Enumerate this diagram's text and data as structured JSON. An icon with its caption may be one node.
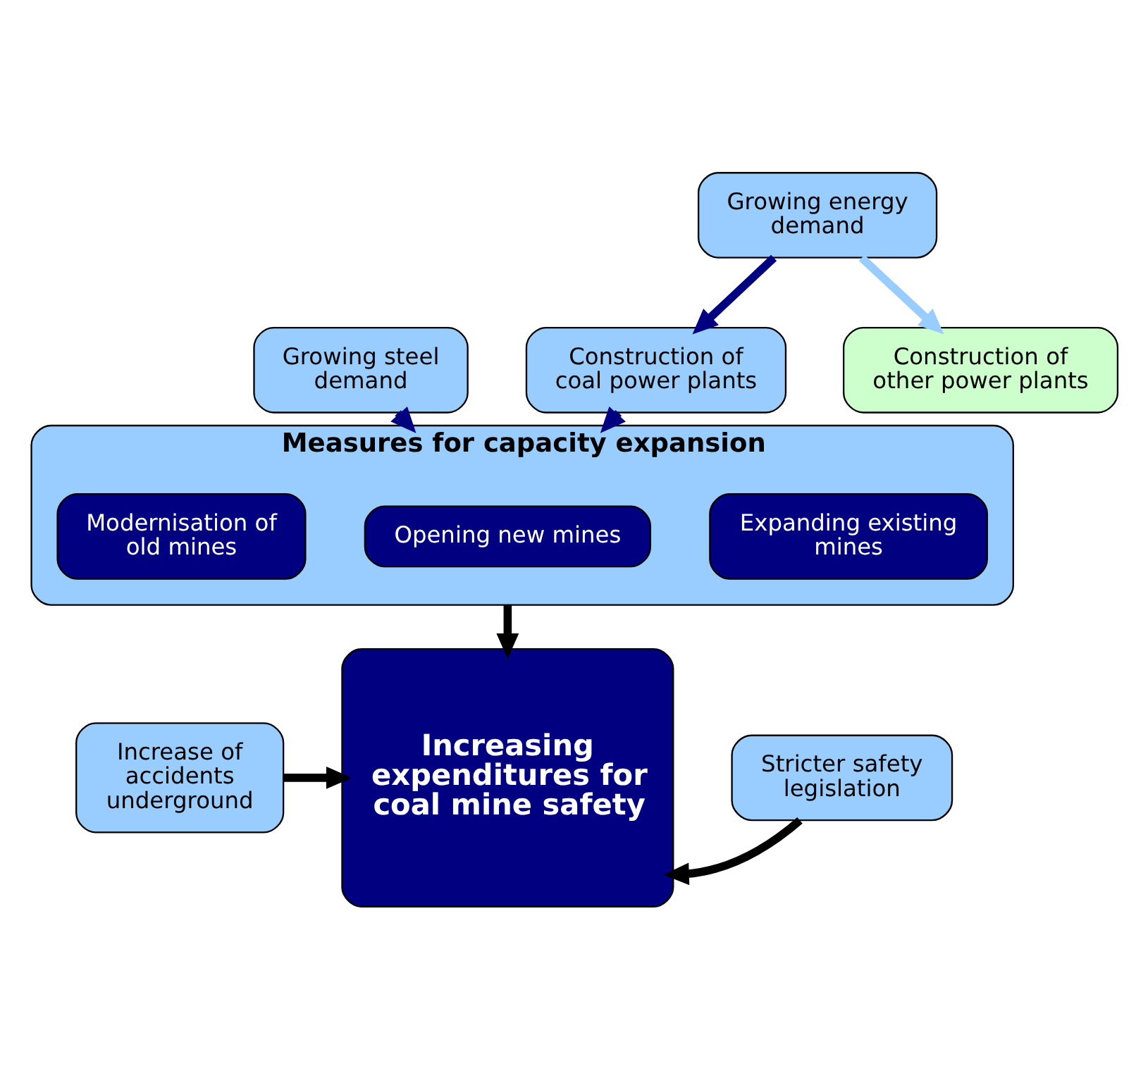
{
  "diagram": {
    "nodes": [
      {
        "text": [
          "Growing energy demand"
        ]
      },
      {
        "text": [
          "Growing steel demand"
        ]
      },
      {
        "text": [
          "Construction of coal power plants"
        ]
      },
      {
        "text": [
          "Construction of other power plants"
        ]
      },
      {
        "text": [
          "Measures for capacity expansion"
        ]
      },
      {
        "text": [
          "Modernisation of old mines"
        ],
        "in": 4
      },
      {
        "text": [
          "Opening new mines"
        ],
        "in": 4
      },
      {
        "text": [
          "Expanding existing mines"
        ],
        "in": 4
      },
      {
        "text": [
          "Increasing expenditures for coal mine safety"
        ]
      },
      {
        "text": [
          "Increase of accidents underground"
        ]
      },
      {
        "text": [
          "Stricter safety legislation"
        ]
      }
    ],
    "edges": [
      {
        "from": 0,
        "to": 2,
        "arrow": "to",
        "color": "#000080"
      },
      {
        "from": 0,
        "to": 3,
        "arrow": "to",
        "color": "#99ccff"
      },
      {
        "from": 1,
        "to": 4,
        "arrow": "to",
        "color": "#000080"
      },
      {
        "from": 2,
        "to": 4,
        "arrow": "to",
        "color": "#000080"
      },
      {
        "from": 4,
        "to": 8,
        "arrow": "to",
        "color": "#000000"
      },
      {
        "from": 9,
        "to": 8,
        "arrow": "to",
        "color": "#000000"
      },
      {
        "from": 10,
        "to": 8,
        "arrow": "to",
        "color": "#000000"
      }
    ]
  }
}
